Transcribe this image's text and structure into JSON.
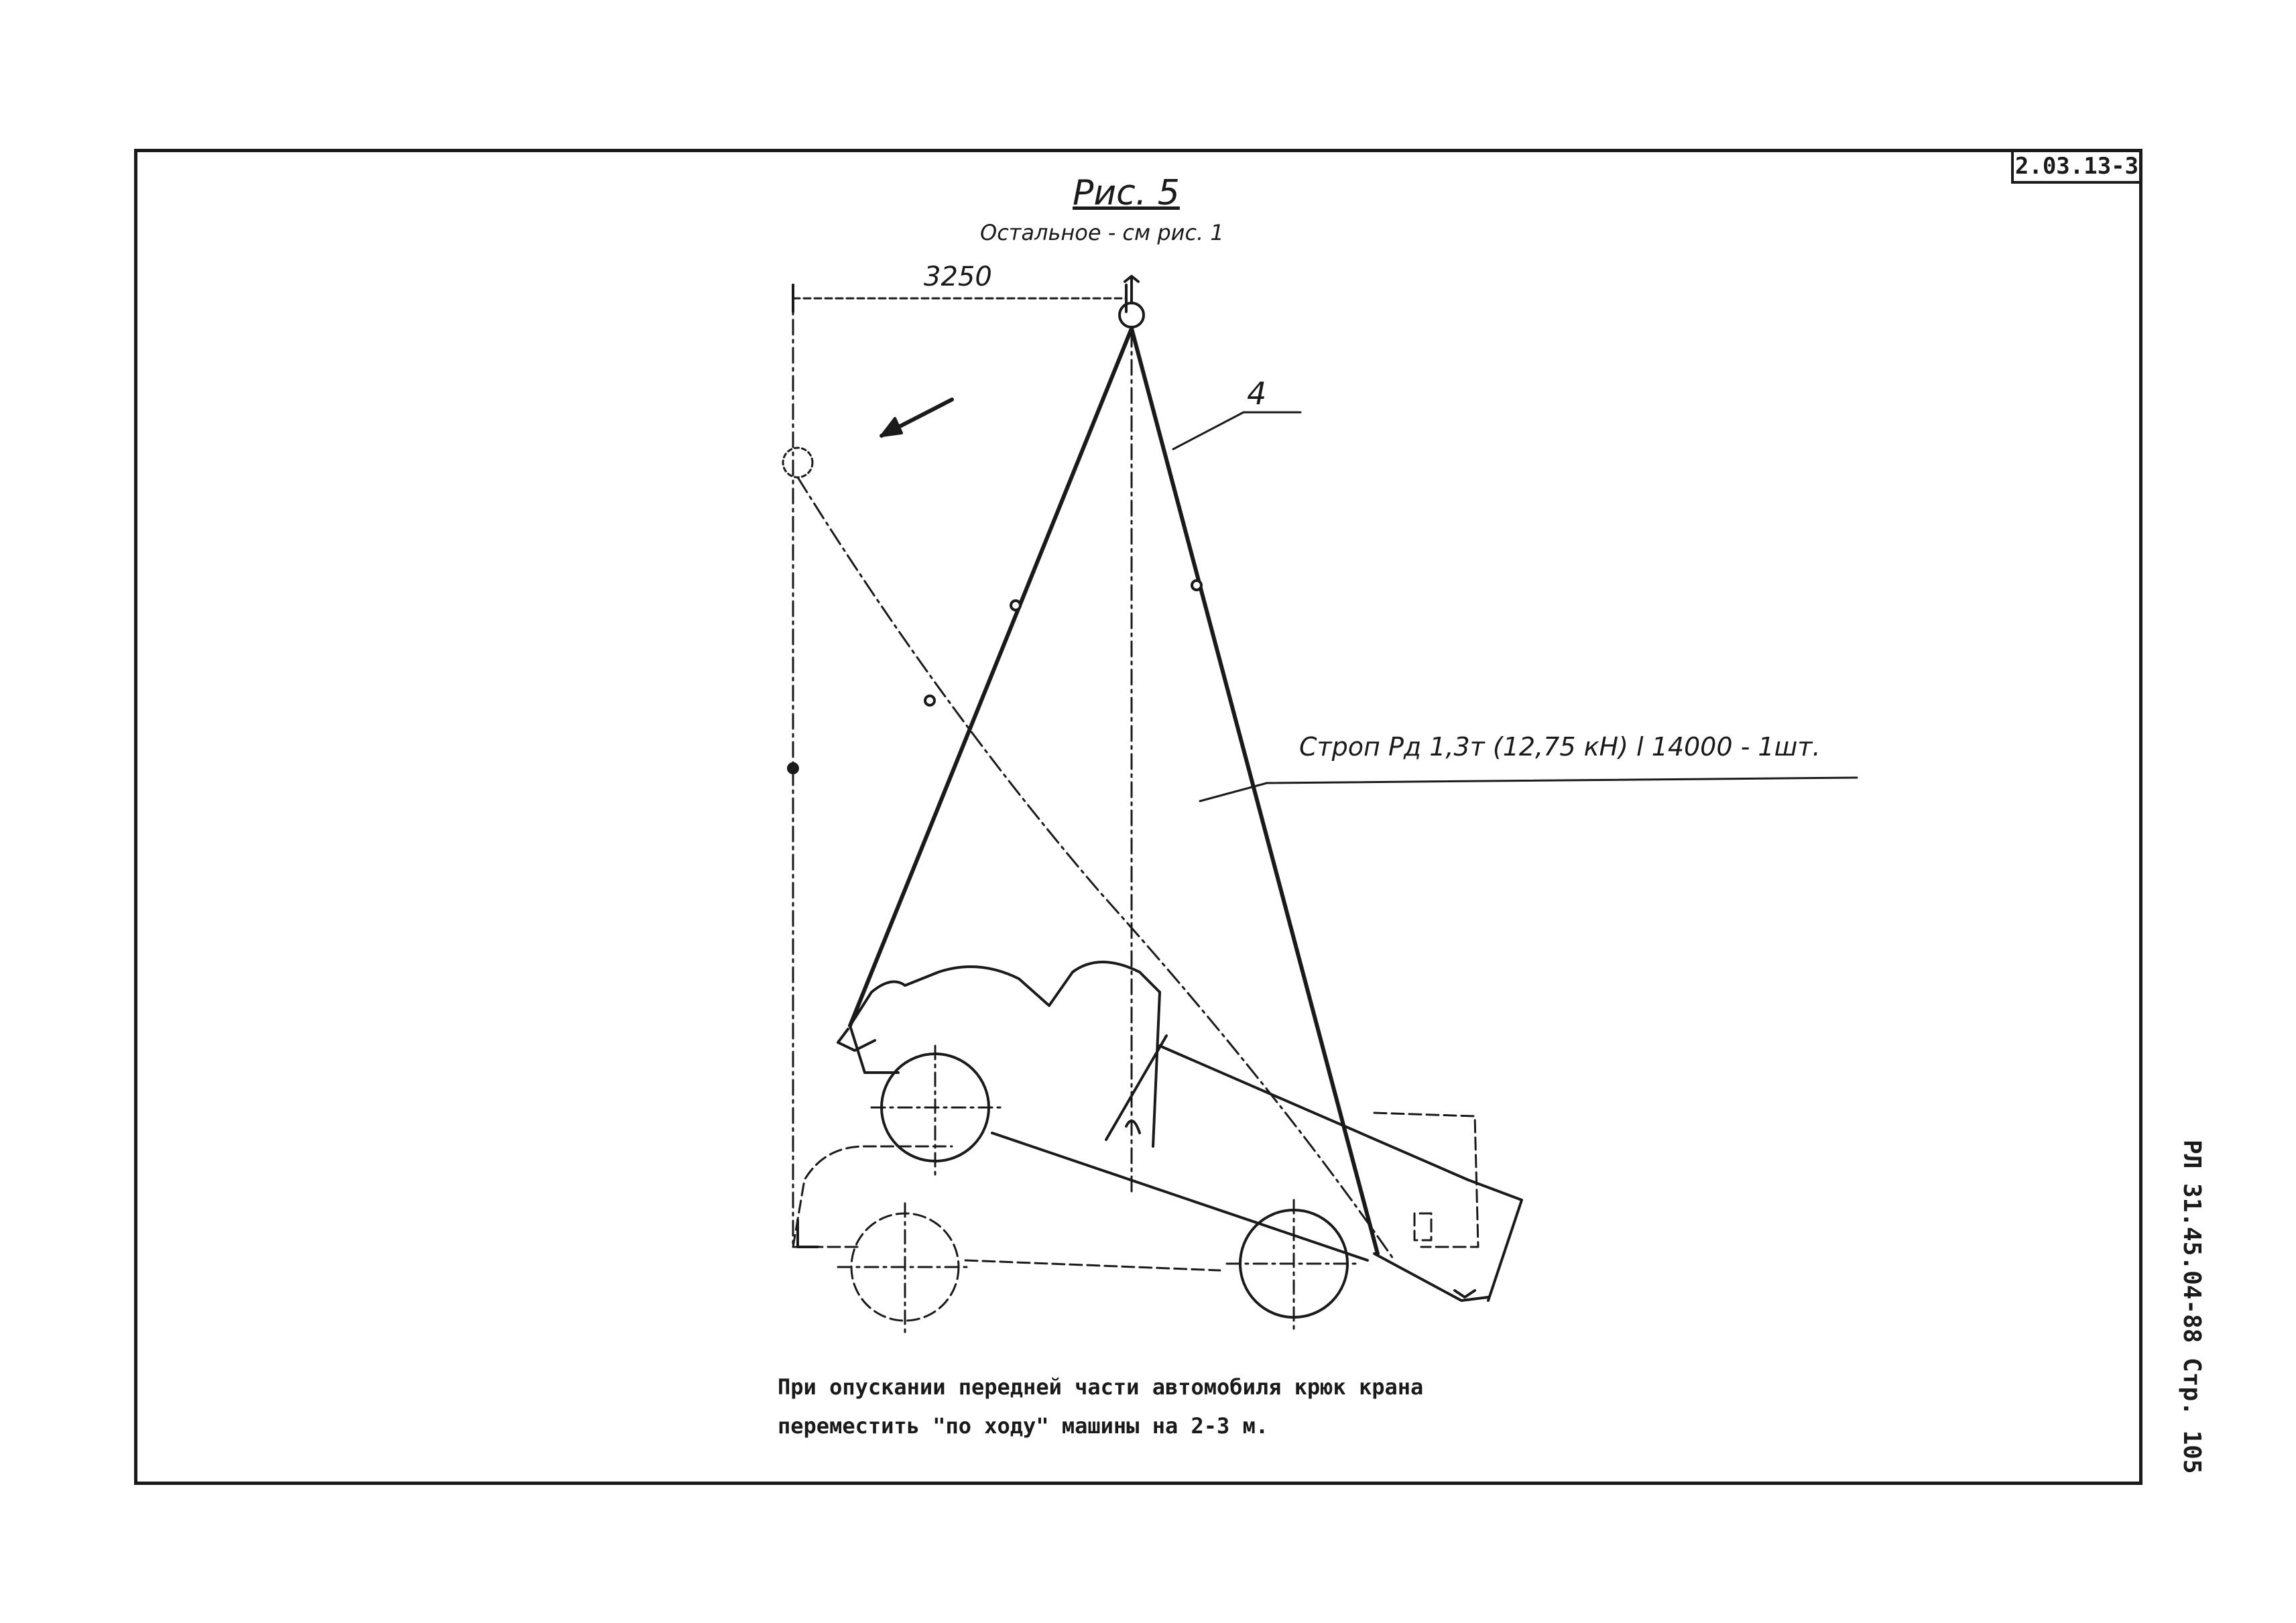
{
  "sheet": {
    "stamp": "2.03.13-3",
    "side_reference": "РЛ 31.45.04-88 Стр. 105"
  },
  "figure": {
    "title": "Рис. 5",
    "subtitle": "Остальное - см рис. 1",
    "dimension": "3250",
    "callout": "4",
    "sling_label": "Строп Рд 1,3т (12,75 кН) l 14000 - 1шт."
  },
  "note": {
    "line1": "При опускании передней части автомобиля крюк крана",
    "line2": "переместить \"по ходу\" машины на 2-3 м."
  }
}
